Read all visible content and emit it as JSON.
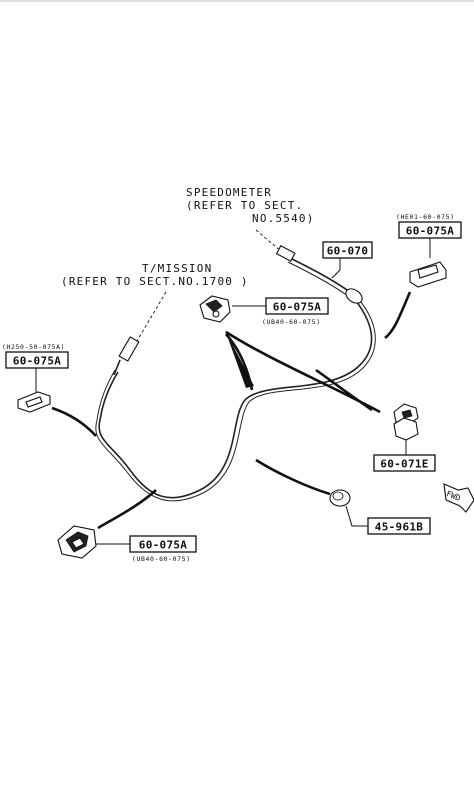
{
  "labels": {
    "speedometer": [
      "SPEEDOMETER",
      "(REFER TO SECT.",
      "NO.5540)"
    ],
    "transmission": [
      "T/MISSION",
      "(REFER TO SECT.NO.1700 )"
    ],
    "fwd": "FWD"
  },
  "parts": {
    "p60_070": "60-070",
    "p60_075A_top_right": "60-075A",
    "p60_075A_top_right_note": "(HE01-60-075)",
    "p60_075A_center": "60-075A",
    "p60_075A_center_note": "(UB40-60-075)",
    "p60_075A_left": "60-075A",
    "p60_075A_left_note": "(H250-50-075A)",
    "p60_071E": "60-071E",
    "p45_961B": "45-961B",
    "p60_075A_bottom": "60-075A",
    "p60_075A_bottom_note": "(UB40-60-075)"
  }
}
